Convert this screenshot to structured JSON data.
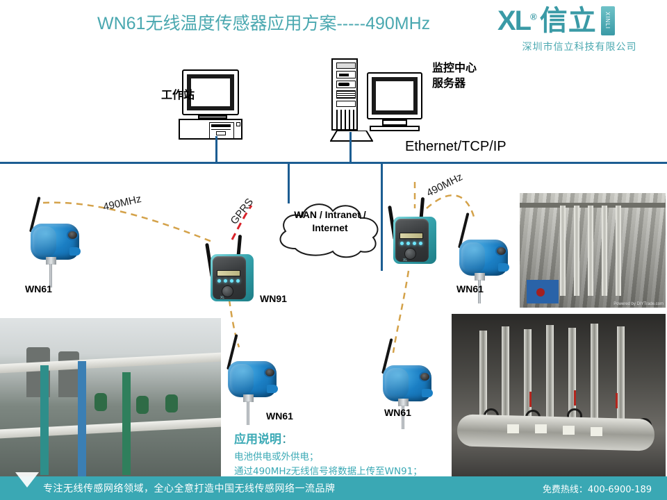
{
  "header": {
    "title": "WN61无线温度传感器应用方案-----490MHz",
    "title_color": "#4aa8b0",
    "logo_mark": "XL",
    "logo_degree": "®",
    "logo_cn": "信立",
    "logo_badge": "XINLI",
    "company": "深圳市信立科技有限公司"
  },
  "network": {
    "workstation_label": "工作站",
    "server_label_line1": "监控中心",
    "server_label_line2": "服务器",
    "bus_label": "Ethernet/TCP/IP",
    "bus_color": "#1c5d92",
    "cloud_line1": "WAN / Intranet /",
    "cloud_line2": "Internet",
    "gprs_label": "GPRS",
    "gprs_link_color": "#d8232a",
    "rf_link_color": "#d4a24a"
  },
  "devices": [
    {
      "name": "WN61",
      "role": "wireless-temperature-sensor",
      "position": "left"
    },
    {
      "name": "WN91",
      "role": "gateway",
      "position": "center"
    },
    {
      "name": "WN61",
      "role": "wireless-temperature-sensor",
      "position": "center-lower"
    },
    {
      "name": "WN61",
      "role": "wireless-temperature-sensor",
      "position": "right-lower"
    },
    {
      "name": "WN61",
      "role": "wireless-temperature-sensor",
      "position": "right"
    }
  ],
  "rf_labels": [
    {
      "text": "490MHz",
      "position": "left"
    },
    {
      "text": "490MHz",
      "position": "right"
    }
  ],
  "appnote": {
    "heading": "应用说明",
    "colon": "：",
    "line1": "电池供电或外供电；",
    "line2": "通过490MHz无线信号将数据上传至WN91；",
    "color": "#3aa9b5"
  },
  "footer": {
    "slogan": "专注无线传感网络领域，全心全意打造中国无线传感网络一流品牌",
    "hotline": "免费热线：400-6900-189",
    "background": "#3aa8b4"
  },
  "photos": [
    {
      "name": "industrial-pipes-photo",
      "position": "top-right",
      "watermark": "Powered by DIYTrade.com"
    },
    {
      "name": "chemical-plant-photo",
      "position": "bottom-left"
    },
    {
      "name": "steam-header-photo",
      "position": "bottom-right"
    }
  ]
}
